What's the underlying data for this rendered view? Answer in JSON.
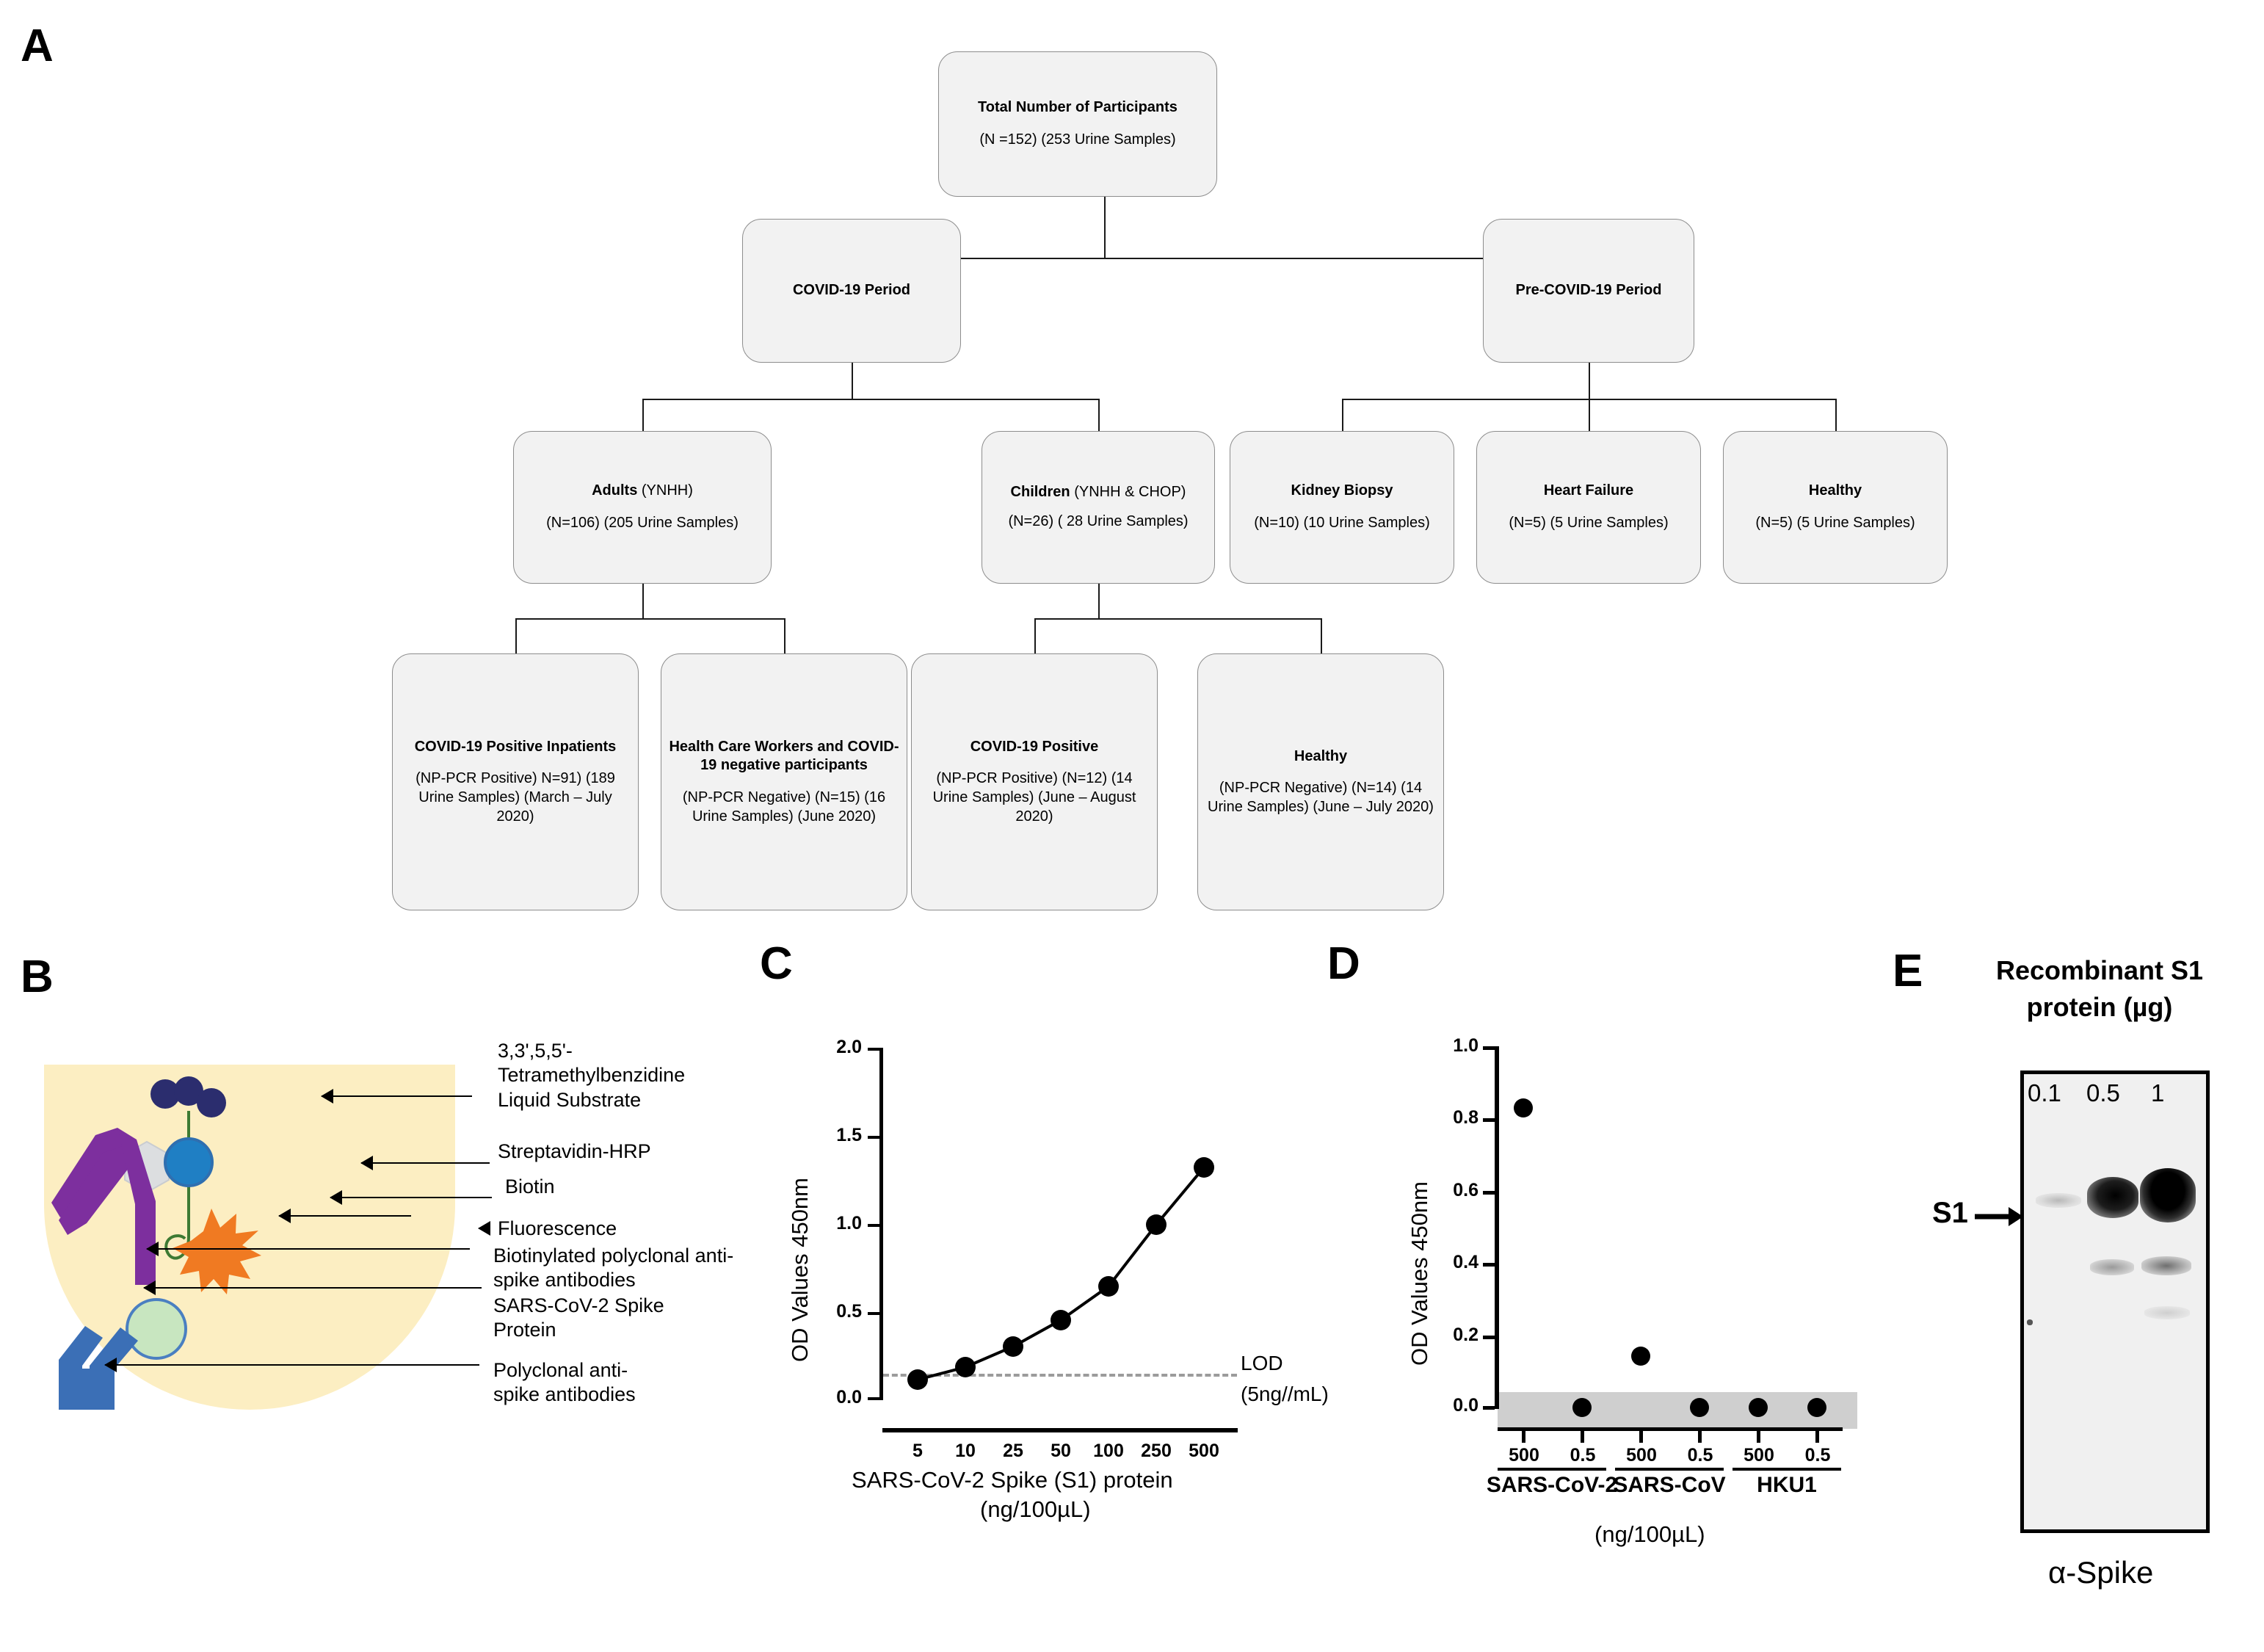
{
  "panels": {
    "a": "A",
    "b": "B",
    "c": "C",
    "d": "D",
    "e": "E"
  },
  "flowchart": {
    "nodes": [
      {
        "id": "total",
        "title": "Total Number of Participants",
        "sub": "(N =152)\n(253 Urine Samples)"
      },
      {
        "id": "covid",
        "title": "COVID-19 Period",
        "sub": ""
      },
      {
        "id": "precovid",
        "title": "Pre-COVID-19 Period",
        "sub": ""
      },
      {
        "id": "adults",
        "title_b": "Adults",
        "title_r": " (YNHH)",
        "sub": "(N=106)\n(205 Urine Samples)"
      },
      {
        "id": "children",
        "title_b": "Children",
        "title_r": " (YNHH & CHOP)",
        "sub": "(N=26)\n( 28 Urine Samples)"
      },
      {
        "id": "kidney",
        "title": "Kidney Biopsy",
        "sub": "(N=10)\n(10 Urine Samples)"
      },
      {
        "id": "heart",
        "title": "Heart Failure",
        "sub": "(N=5)\n(5 Urine Samples)"
      },
      {
        "id": "healthy1",
        "title": "Healthy",
        "sub": "(N=5)\n(5 Urine Samples)"
      },
      {
        "id": "inpatients",
        "title": "COVID-19 Positive Inpatients",
        "sub": "(NP-PCR Positive)\nN=91)\n(189 Urine Samples)\n(March – July 2020)"
      },
      {
        "id": "hcw",
        "title": "Health Care Workers and COVID-19 negative participants",
        "sub": "(NP-PCR Negative)\n(N=15)\n(16 Urine Samples)\n(June 2020)"
      },
      {
        "id": "cpos",
        "title": "COVID-19 Positive",
        "sub": "(NP-PCR Positive)\n(N=12)\n(14 Urine Samples)\n(June – August 2020)"
      },
      {
        "id": "healthy2",
        "title": "Healthy",
        "sub": "(NP-PCR Negative)\n(N=14)\n(14 Urine Samples)\n(June – July 2020)"
      }
    ]
  },
  "panelB": {
    "labels": [
      {
        "id": "tmb",
        "text": "3,3',5,5'-\nTetramethylbenzidine\nLiquid Substrate"
      },
      {
        "id": "strep",
        "text": "Streptavidin-HRP"
      },
      {
        "id": "biotin",
        "text": "Biotin"
      },
      {
        "id": "fluor",
        "text": "Fluorescence"
      },
      {
        "id": "biotin-ab",
        "text": "Biotinylated polyclonal anti-\nspike antibodies"
      },
      {
        "id": "spike",
        "text": "SARS-CoV-2 Spike\nProtein"
      },
      {
        "id": "poly-ab",
        "text": "Polyclonal anti-\nspike antibodies"
      }
    ],
    "colors": {
      "plate": "#fceec2",
      "capture_antibody": "#3b6fb6",
      "detection_antibody": "#7d2f9e",
      "spike_protein": "#c8e6c0",
      "streptavidin": "#1f7fc4",
      "biotin": "#dcdee0",
      "tmb": "#2b2d6e",
      "fluorescence": "#f07a22",
      "chain": "#3d7a33"
    }
  },
  "chart_data": [
    {
      "id": "panelC",
      "type": "line",
      "title": "",
      "xlabel": "SARS-CoV-2 Spike (S1) protein\n(ng/100µL)",
      "xlabel_line1": "SARS-CoV-2 Spike (S1) protein",
      "xlabel_line2": "(ng/100µL)",
      "ylabel": "OD Values 450nm",
      "categories": [
        "5",
        "10",
        "25",
        "50",
        "100",
        "250",
        "500"
      ],
      "values": [
        0.22,
        0.29,
        0.41,
        0.57,
        0.76,
        1.11,
        1.43
      ],
      "ylim": [
        0.0,
        2.0
      ],
      "yticks": [
        "0.0",
        "0.5",
        "1.0",
        "1.5",
        "2.0"
      ],
      "ytick_values": [
        0.0,
        0.5,
        1.0,
        1.5,
        2.0
      ],
      "grid": false,
      "legend": "none",
      "annotations": [
        {
          "id": "lod",
          "line1": "LOD",
          "line2": "(5ng//mL)",
          "y_value": 0.15,
          "style": "dashed-gray"
        }
      ]
    },
    {
      "id": "panelD",
      "type": "scatter",
      "title": "",
      "xlabel": "(ng/100µL)",
      "ylabel": "OD Values 450nm",
      "categories": [
        "500",
        "0.5",
        "500",
        "0.5",
        "500",
        "0.5"
      ],
      "values": [
        0.85,
        0.0,
        0.15,
        0.0,
        0.0,
        0.0
      ],
      "groups": [
        {
          "name": "SARS-CoV-2",
          "doses": [
            "500",
            "0.5"
          ],
          "values": [
            0.85,
            0.0
          ]
        },
        {
          "name": "SARS-CoV",
          "doses": [
            "500",
            "0.5"
          ],
          "values": [
            0.15,
            0.0
          ]
        },
        {
          "name": "HKU1",
          "doses": [
            "500",
            "0.5"
          ],
          "values": [
            0.0,
            0.0
          ]
        }
      ],
      "ylim": [
        0.0,
        1.0
      ],
      "yticks": [
        "0.0",
        "0.2",
        "0.4",
        "0.6",
        "0.8",
        "1.0"
      ],
      "ytick_values": [
        0.0,
        0.2,
        0.4,
        0.6,
        0.8,
        1.0
      ],
      "grid": false,
      "legend": "none",
      "annotations": [
        {
          "id": "background-band",
          "style": "gray-band",
          "y_from": -0.05,
          "y_to": 0.045
        }
      ]
    }
  ],
  "panelE": {
    "title_line1": "Recombinant S1",
    "title_line2": "protein (µg)",
    "lane_labels": [
      "0.1",
      "0.5",
      "1"
    ],
    "band_marker": "S1",
    "bottom_label": "α-Spike"
  }
}
